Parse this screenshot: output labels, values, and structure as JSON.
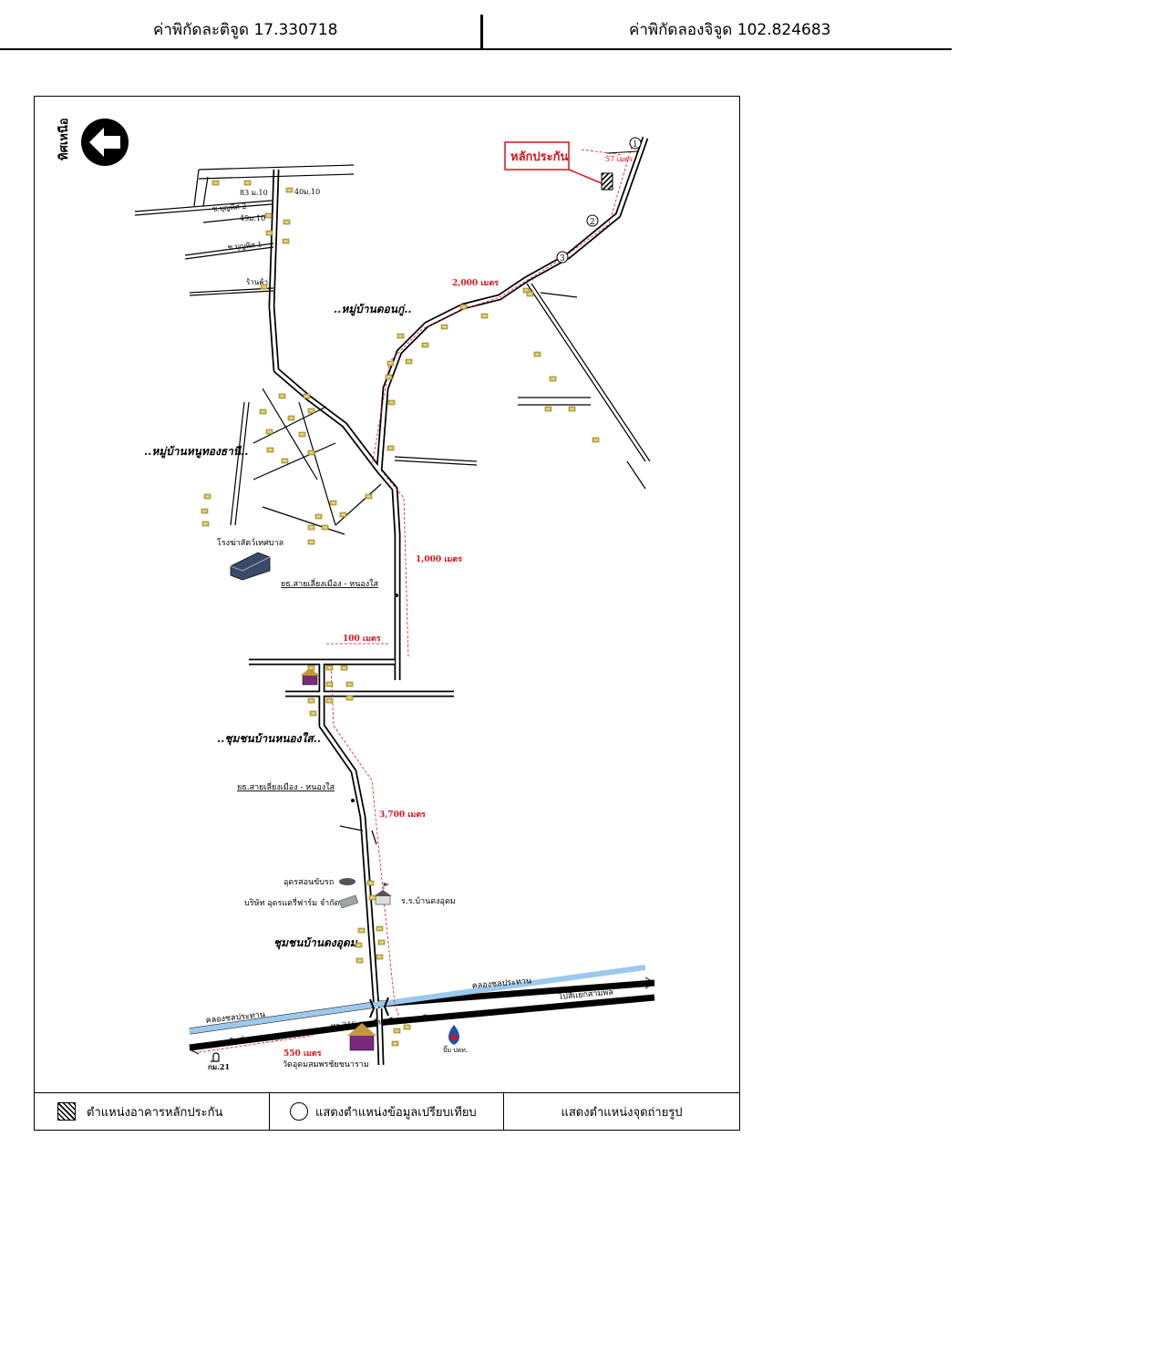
{
  "header": {
    "latitude_label": "ค่าพิกัดละติจูด 17.330718",
    "longitude_label": "ค่าพิกัดลองจิจูด 102.824683"
  },
  "map": {
    "north_label": "ทิศเหนือ",
    "collateral_label": "หลักประกัน",
    "distances": {
      "d57": "57 เมตร",
      "d2000": "2,000 เมตร",
      "d1000": "1,000 เมตร",
      "d100": "100 เมตร",
      "d3700": "3,700 เมตร",
      "d550": "550 เมตร"
    },
    "points": [
      "1",
      "2",
      "3"
    ],
    "villages": {
      "don_ku": "..หมู่บ้านดอนกู่..",
      "nong_thani": "..หมู่บ้านหนูทองธานี..",
      "nong_sai": "..ชุมชนบ้านหนองใส..",
      "dong_udom": "ชุมชนบ้านดงอุดม"
    },
    "places": {
      "slaughterhouse": "โรงฆ่าสัตว์เทศบาล",
      "road_nongsai_1": "ยธ.สายเลี่ยงเมือง - หนองใส",
      "road_nongsai_2": "ยธ.สายเลี่ยงเมือง - หนองใส",
      "driving_school": "อุดรสอนขับรถ",
      "dairy_farm": "บริษัท อุดรแดรี่ฟาร์ม จำกัด",
      "school": "ร.ร.บ้านดงอุดม",
      "canal_right": "คลองชลประทาน",
      "canal_left": "คลองชลประทาน",
      "to_samliang": "ไปสี่แยกสามพล",
      "to_phinyo": "ไปสี่แยกรังพินา",
      "highway_216": "ทล.216 สายเลี่ยงเมืองอุดรธานี",
      "ptt": "ปั๊ม ปตท.",
      "temple": "วัดอุดมสมพรชัยชนาราม",
      "km21": "กม.21",
      "shop": "ร้านค้า",
      "soi_1": "ซ.บุญพิศ 1",
      "soi_2": "ซ.บุญพิศ 2",
      "m10_a": "83 ม.10",
      "m10_b": "40ม.10",
      "m10_c": "49ม.10"
    }
  },
  "legend": {
    "collateral": "ตำแหน่งอาคารหลักประกัน",
    "comparison": "แสดงตำแหน่งข้อมูลเปรียบเทียบ",
    "photo": "แสดงตำแหน่งจุดถ่ายรูป"
  },
  "colors": {
    "red": "#d9141b",
    "canal": "#9cc9ec",
    "house": "#c9b64a"
  }
}
